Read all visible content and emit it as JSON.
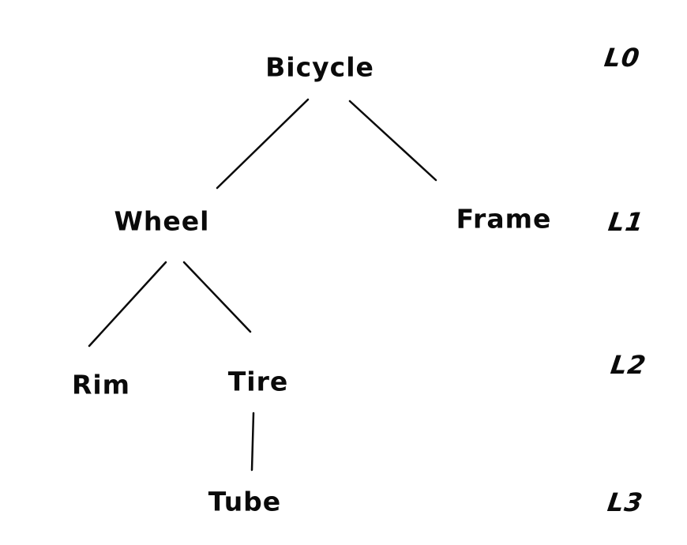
{
  "diagram": {
    "description": "Hand-drawn component hierarchy tree of a bicycle with depth level markers",
    "colors": {
      "ink": "#0a0a0a",
      "background": "#ffffff"
    },
    "nodes": {
      "bicycle": {
        "label": "Bicycle",
        "level": "L0"
      },
      "wheel": {
        "label": "Wheel",
        "level": "L1"
      },
      "frame": {
        "label": "Frame",
        "level": "L1"
      },
      "rim": {
        "label": "Rim",
        "level": "L2"
      },
      "tire": {
        "label": "Tire",
        "level": "L2"
      },
      "tube": {
        "label": "Tube",
        "level": "L3"
      }
    },
    "edges": [
      {
        "from": "bicycle",
        "to": "wheel"
      },
      {
        "from": "bicycle",
        "to": "frame"
      },
      {
        "from": "wheel",
        "to": "rim"
      },
      {
        "from": "wheel",
        "to": "tire"
      },
      {
        "from": "tire",
        "to": "tube"
      }
    ],
    "levels": {
      "l0": "L0",
      "l1": "L1",
      "l2": "L2",
      "l3": "L3"
    }
  }
}
